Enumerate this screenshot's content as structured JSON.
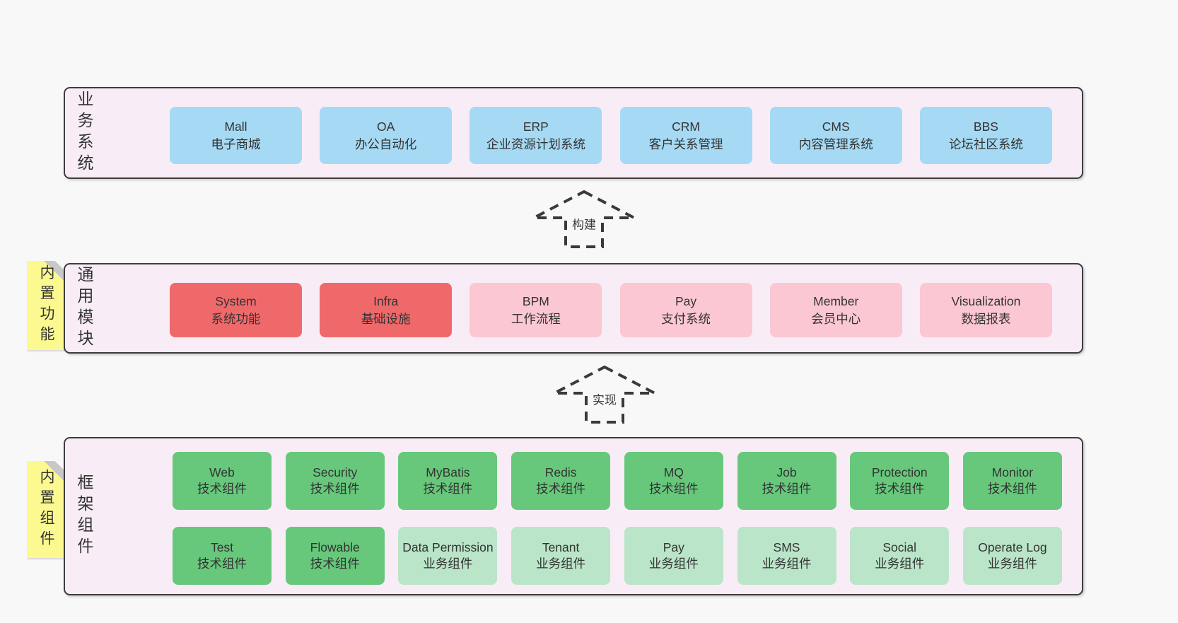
{
  "colors": {
    "page_bg": "#f8f8f8",
    "panel_bg": "#f8edf6",
    "panel_border": "#3d3d3d",
    "blue_box": "#a6d9f3",
    "red_box": "#ef696b",
    "pink_box": "#fbc7d2",
    "green_box": "#67c87b",
    "light_green_box": "#bae5c9",
    "sticky_yellow": "#fbf98f",
    "text": "#333333"
  },
  "arrows": [
    {
      "label": "构建"
    },
    {
      "label": "实现"
    }
  ],
  "bands": [
    {
      "label": "业务系统",
      "boxes": [
        {
          "title": "Mall",
          "subtitle": "电子商城"
        },
        {
          "title": "OA",
          "subtitle": "办公自动化"
        },
        {
          "title": "ERP",
          "subtitle": "企业资源计划系统"
        },
        {
          "title": "CRM",
          "subtitle": "客户关系管理"
        },
        {
          "title": "CMS",
          "subtitle": "内容管理系统"
        },
        {
          "title": "BBS",
          "subtitle": "论坛社区系统"
        }
      ]
    },
    {
      "label": "通用模块",
      "note": "内置功能",
      "boxes": [
        {
          "title": "System",
          "subtitle": "系统功能"
        },
        {
          "title": "Infra",
          "subtitle": "基础设施"
        },
        {
          "title": "BPM",
          "subtitle": "工作流程"
        },
        {
          "title": "Pay",
          "subtitle": "支付系统"
        },
        {
          "title": "Member",
          "subtitle": "会员中心"
        },
        {
          "title": "Visualization",
          "subtitle": "数据报表"
        }
      ]
    },
    {
      "label": "框架组件",
      "note": "内置组件",
      "rows": [
        [
          {
            "title": "Web",
            "subtitle": "技术组件"
          },
          {
            "title": "Security",
            "subtitle": "技术组件"
          },
          {
            "title": "MyBatis",
            "subtitle": "技术组件"
          },
          {
            "title": "Redis",
            "subtitle": "技术组件"
          },
          {
            "title": "MQ",
            "subtitle": "技术组件"
          },
          {
            "title": "Job",
            "subtitle": "技术组件"
          },
          {
            "title": "Protection",
            "subtitle": "技术组件"
          },
          {
            "title": "Monitor",
            "subtitle": "技术组件"
          }
        ],
        [
          {
            "title": "Test",
            "subtitle": "技术组件"
          },
          {
            "title": "Flowable",
            "subtitle": "技术组件"
          },
          {
            "title": "Data Permission",
            "subtitle": "业务组件"
          },
          {
            "title": "Tenant",
            "subtitle": "业务组件"
          },
          {
            "title": "Pay",
            "subtitle": "业务组件"
          },
          {
            "title": "SMS",
            "subtitle": "业务组件"
          },
          {
            "title": "Social",
            "subtitle": "业务组件"
          },
          {
            "title": "Operate Log",
            "subtitle": "业务组件"
          }
        ]
      ]
    }
  ]
}
